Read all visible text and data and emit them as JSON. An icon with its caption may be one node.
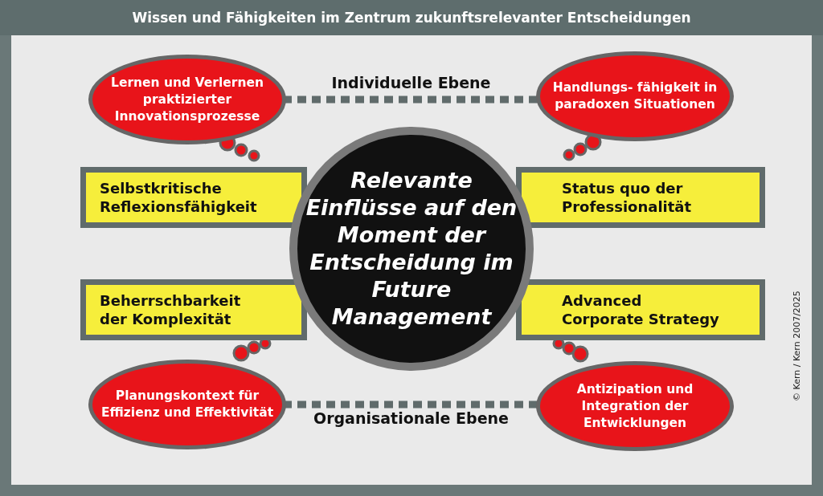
{
  "diagram": {
    "title": "Wissen und Fähigkeiten im Zentrum zukunftsrelevanter Entscheidungen",
    "nodes": [
      {
        "text": [
          "Lernen und Verlernen praktizierter Innovationsprozesse"
        ]
      },
      {
        "text": [
          "Handlungs- fähigkeit in paradoxen Situationen"
        ]
      },
      {
        "text": [
          "Selbstkritische Reflexionsfähigkeit"
        ]
      },
      {
        "text": [
          "Status quo der Professionalität"
        ]
      },
      {
        "text": [
          "Relevante Einflüsse auf den Moment der Entscheidung im Future Management"
        ]
      },
      {
        "text": [
          "Beherrschbarkeit der Komplexität"
        ]
      },
      {
        "text": [
          "Advanced Corporate Strategy"
        ]
      },
      {
        "text": [
          "Planungskontext für Effizienz und Effektivität"
        ]
      },
      {
        "text": [
          "Antizipation und Integration der Entwicklungen"
        ]
      }
    ],
    "edges": [
      {
        "from": 0,
        "to": 1,
        "arrow": "none",
        "label": "Individuelle Ebene",
        "style": "dashed"
      },
      {
        "from": 7,
        "to": 8,
        "arrow": "none",
        "label": "Organisationale Ebene",
        "style": "dashed"
      }
    ],
    "labels": [
      "© Kern / Kern 2007/2025"
    ]
  }
}
